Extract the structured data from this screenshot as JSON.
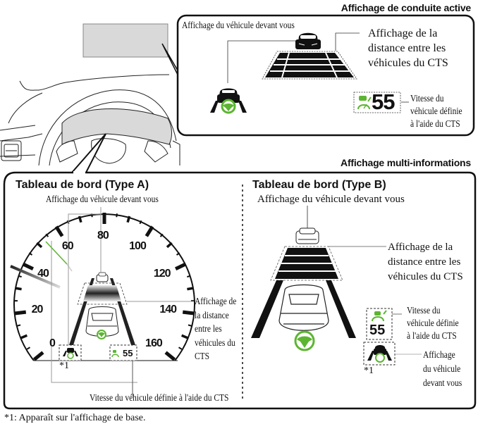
{
  "colors": {
    "green": "#5cb531",
    "screen_gray": "#d9d9d9",
    "line": "#111111",
    "leader_gray": "#9a9a9a"
  },
  "active_driving_display": {
    "title": "Affichage de conduite active",
    "label_vehicle_ahead": "Affichage du véhicule devant vous",
    "label_distance": [
      "Affichage de la",
      "distance entre les",
      "véhicules du CTS"
    ],
    "label_set_speed": [
      "Vitesse du",
      "véhicule définie",
      "à l'aide du CTS"
    ],
    "set_speed_value": "55",
    "icons": [
      "car-ahead-icon",
      "steering-wheel-icon",
      "distance-bars-icon",
      "cts-speed-icon"
    ]
  },
  "multi_info_display": {
    "title": "Affichage multi-informations",
    "type_a": {
      "title": "Tableau de bord (Type A)",
      "label_vehicle_ahead": "Affichage du véhicule devant vous",
      "label_distance": [
        "Affichage de",
        "la distance",
        "entre les",
        "véhicules du",
        "CTS"
      ],
      "label_set_speed": "Vitesse du véhicule définie à l'aide du CTS",
      "speedometer_labels": [
        "0",
        "20",
        "40",
        "60",
        "80",
        "100",
        "120",
        "140",
        "160"
      ],
      "set_speed_value": "55",
      "footnote_marker": "*1"
    },
    "type_b": {
      "title": "Tableau de bord (Type B)",
      "label_vehicle_ahead": "Affichage du véhicule devant vous",
      "label_distance": [
        "Affichage de la",
        "distance entre les",
        "véhicules du CTS"
      ],
      "label_set_speed": [
        "Vitesse du",
        "véhicule définie",
        "à l'aide du CTS"
      ],
      "label_vehicle_ahead_small": [
        "Affichage",
        "du véhicule",
        "devant vous"
      ],
      "set_speed_value": "55",
      "footnote_marker": "*1"
    }
  },
  "footnote": "*1:  Apparaît sur l'affichage de base."
}
